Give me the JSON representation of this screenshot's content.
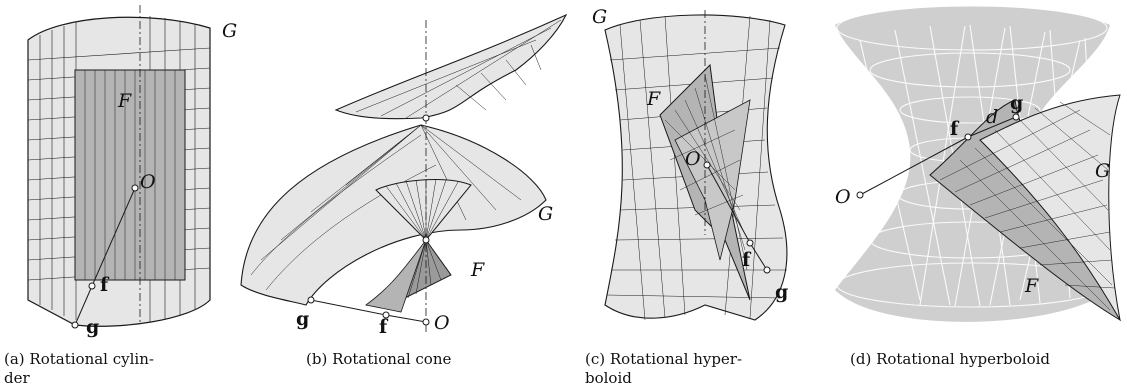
{
  "panels": [
    {
      "caption": "(a) Rotational cylin-\nder",
      "labels": {
        "G": "G",
        "F": "F",
        "O": "O",
        "f": "f",
        "g": "g"
      }
    },
    {
      "caption": "(b) Rotational cone",
      "labels": {
        "G": "G",
        "F": "F",
        "O": "O",
        "f": "f",
        "g": "g"
      }
    },
    {
      "caption": "(c) Rotational hyper-\nboloid",
      "labels": {
        "G": "G",
        "F": "F",
        "O": "O",
        "f": "f",
        "g": "g"
      }
    },
    {
      "caption": "(d) Rotational hyperboloid",
      "labels": {
        "G": "G",
        "F": "F",
        "O": "O",
        "f": "f",
        "g": "g",
        "d": "d"
      }
    }
  ],
  "colors": {
    "surface_light": "#e6e6e6",
    "surface_dark": "#b4b4b4",
    "mesh": "#1a1a1a",
    "background_surface": "#cfcfcf"
  }
}
